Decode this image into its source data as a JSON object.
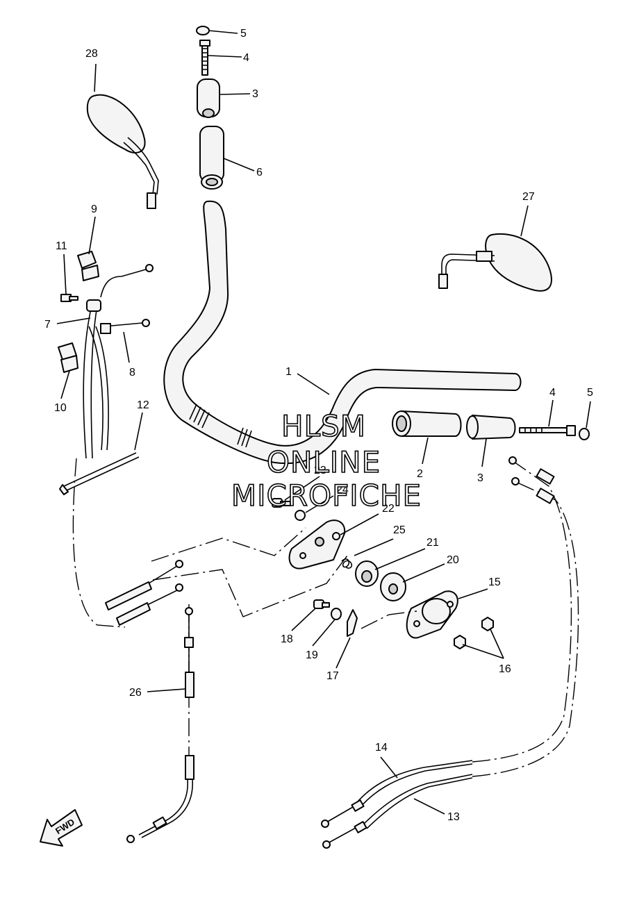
{
  "callouts": [
    {
      "id": "c1",
      "text": "1"
    },
    {
      "id": "c2",
      "text": "2"
    },
    {
      "id": "c3a",
      "text": "3"
    },
    {
      "id": "c3b",
      "text": "3"
    },
    {
      "id": "c4a",
      "text": "4"
    },
    {
      "id": "c4b",
      "text": "4"
    },
    {
      "id": "c5a",
      "text": "5"
    },
    {
      "id": "c5b",
      "text": "5"
    },
    {
      "id": "c6",
      "text": "6"
    },
    {
      "id": "c7",
      "text": "7"
    },
    {
      "id": "c8",
      "text": "8"
    },
    {
      "id": "c9",
      "text": "9"
    },
    {
      "id": "c10",
      "text": "10"
    },
    {
      "id": "c11",
      "text": "11"
    },
    {
      "id": "c12",
      "text": "12"
    },
    {
      "id": "c13",
      "text": "13"
    },
    {
      "id": "c14",
      "text": "14"
    },
    {
      "id": "c15",
      "text": "15"
    },
    {
      "id": "c16",
      "text": "16"
    },
    {
      "id": "c17",
      "text": "17"
    },
    {
      "id": "c18",
      "text": "18"
    },
    {
      "id": "c19",
      "text": "19"
    },
    {
      "id": "c20",
      "text": "20"
    },
    {
      "id": "c21",
      "text": "21"
    },
    {
      "id": "c22",
      "text": "22"
    },
    {
      "id": "c23",
      "text": "23"
    },
    {
      "id": "c24",
      "text": "24"
    },
    {
      "id": "c25",
      "text": "25"
    },
    {
      "id": "c26",
      "text": "26"
    },
    {
      "id": "c27",
      "text": "27"
    },
    {
      "id": "c28",
      "text": "28"
    }
  ],
  "watermark": {
    "line1": "HLSM",
    "line2": "ONLINE",
    "line3": "MICROFICHE"
  },
  "fwd_arrow": {
    "text": "FWD",
    "icon": "forward-arrow-icon"
  }
}
